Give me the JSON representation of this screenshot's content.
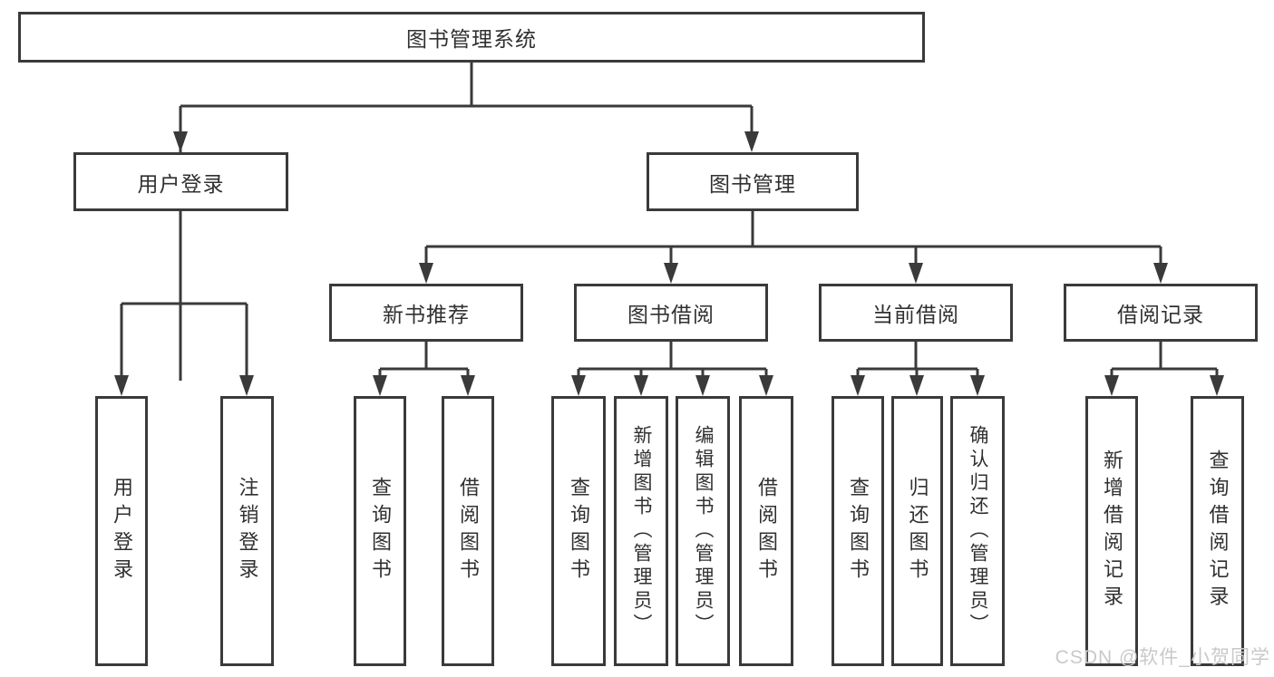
{
  "diagram": {
    "tree": {
      "root": {
        "label": "图书管理系统"
      },
      "branches": [
        {
          "label": "用户登录",
          "leaves": [
            {
              "label": "用户登录"
            },
            {
              "label": "注销登录"
            }
          ]
        },
        {
          "label": "图书管理",
          "groups": [
            {
              "label": "新书推荐",
              "leaves": [
                {
                  "label": "查询图书"
                },
                {
                  "label": "借阅图书"
                }
              ]
            },
            {
              "label": "图书借阅",
              "leaves": [
                {
                  "label": "查询图书"
                },
                {
                  "label": "新增图书（管理员）"
                },
                {
                  "label": "编辑图书（管理员）"
                },
                {
                  "label": "借阅图书"
                }
              ]
            },
            {
              "label": "当前借阅",
              "leaves": [
                {
                  "label": "查询图书"
                },
                {
                  "label": "归还图书"
                },
                {
                  "label": "确认归还（管理员）"
                }
              ]
            },
            {
              "label": "借阅记录",
              "leaves": [
                {
                  "label": "新增借阅记录"
                },
                {
                  "label": "查询借阅记录"
                }
              ]
            }
          ]
        }
      ]
    },
    "colors": {
      "line": "#3a3a3a",
      "text": "#303030",
      "background": "#ffffff",
      "watermark": "#c9c9c9"
    }
  },
  "watermark": {
    "text": "CSDN @软件_小贺同学"
  }
}
